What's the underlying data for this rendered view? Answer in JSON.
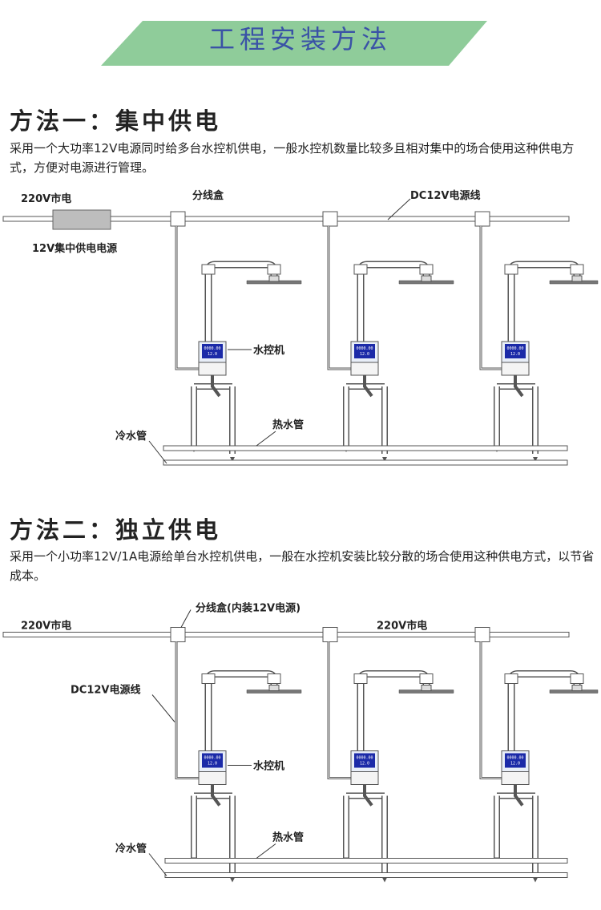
{
  "banner": {
    "title": "工程安装方法",
    "color": "#8fcc9a",
    "text_color": "#3a52a6"
  },
  "method1": {
    "title": "方法一：集中供电",
    "desc": "采用一个大功率12V电源同时给多台水控机供电，一般水控机数量比较多且相对集中的场合使用这种供电方式，方便对电源进行管理。",
    "labels": {
      "mains": "220V市电",
      "junction": "分线盒",
      "power_line": "DC12V电源线",
      "psu": "12V集中供电电源",
      "controller": "水控机",
      "hot_pipe": "热水管",
      "cold_pipe": "冷水管"
    }
  },
  "method2": {
    "title": "方法二：独立供电",
    "desc": "采用一个小功率12V/1A电源给单台水控机供电，一般在水控机安装比较分散的场合使用这种供电方式，以节省成本。",
    "labels": {
      "mains_left": "220V市电",
      "junction": "分线盒(内装12V电源)",
      "mains_right": "220V市电",
      "power_line": "DC12V电源线",
      "controller": "水控机",
      "hot_pipe": "热水管",
      "cold_pipe": "冷水管"
    }
  }
}
